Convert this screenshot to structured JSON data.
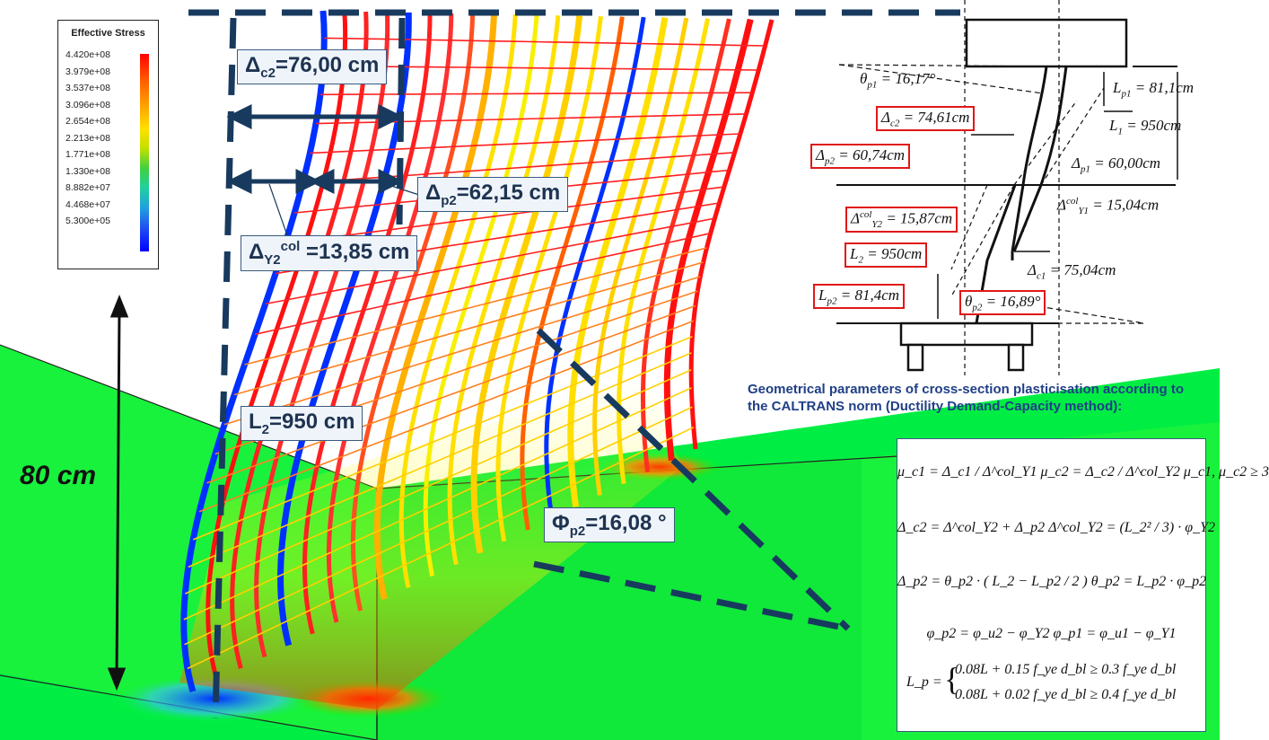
{
  "legend": {
    "title": "Effective Stress",
    "values": [
      "4.420e+08",
      "3.979e+08",
      "3.537e+08",
      "3.096e+08",
      "2.654e+08",
      "2.213e+08",
      "1.771e+08",
      "1.330e+08",
      "8.882e+07",
      "4.468e+07",
      "5.300e+05"
    ],
    "colors": {
      "max": "#ff0000",
      "mid": "#c0e000",
      "min": "#0000ff"
    }
  },
  "annotations": {
    "delta_c2": {
      "sym": "Δ",
      "sub": "c2",
      "rest": "=76,00 cm"
    },
    "delta_p2": {
      "sym": "Δ",
      "sub": "p2",
      "rest": "=62,15 cm"
    },
    "delta_y2": {
      "sym": "Δ",
      "sub": "Y2",
      "sup": "col",
      "rest": " =13,85 cm"
    },
    "l2": {
      "sym": "L",
      "sub": "2",
      "rest": "=950 cm"
    },
    "phi_p2": {
      "sym": "Φ",
      "sub": "p2",
      "rest": "=16,08 °"
    },
    "height": "80 cm"
  },
  "schematic": {
    "theta_p1": {
      "sym": "θ",
      "sub": "p1",
      "rest": " = 16,17°"
    },
    "lp1": {
      "sym": "L",
      "sub": "p1",
      "rest": " = 81,1cm"
    },
    "l1": {
      "sym": "L",
      "sub": "1",
      "rest": " = 950cm"
    },
    "delta_c2": {
      "sym": "Δ",
      "sub": "c2",
      "rest": " = 74,61cm"
    },
    "delta_p2": {
      "sym": "Δ",
      "sub": "p2",
      "rest": " = 60,74cm"
    },
    "delta_p1": {
      "sym": "Δ",
      "sub": "p1",
      "rest": " = 60,00cm"
    },
    "delta_y2": {
      "sym": "Δ",
      "sub": "Y2",
      "sup": "col",
      "rest": " = 15,87cm"
    },
    "delta_y1": {
      "sym": "Δ",
      "sub": "Y1",
      "sup": "col",
      "rest": " = 15,04cm"
    },
    "l2": {
      "sym": "L",
      "sub": "2",
      "rest": " = 950cm"
    },
    "delta_c1": {
      "sym": "Δ",
      "sub": "c1",
      "rest": " = 75,04cm"
    },
    "lp2": {
      "sym": "L",
      "sub": "p2",
      "rest": " = 81,4cm"
    },
    "theta_p2": {
      "sym": "θ",
      "sub": "p2",
      "rest": " = 16,89°"
    }
  },
  "caption": "Geometrical parameters of cross-section plasticisation according to the CALTRANS norm (Ductility Demand-Capacity method):",
  "formulas": {
    "row1": "μ_c1 = Δ_c1 / Δ^col_Y1     μ_c2 = Δ_c2 / Δ^col_Y2     μ_c1, μ_c2 ≥ 3",
    "row2": "Δ_c2 = Δ^col_Y2 + Δ_p2          Δ^col_Y2 = (L_2² / 3) · φ_Y2",
    "row3": "Δ_p2 = θ_p2 · ( L_2 − L_p2 / 2 )     θ_p2 = L_p2 · φ_p2",
    "row4": "φ_p2 = φ_u2 − φ_Y2          φ_p1 = φ_u1 − φ_Y1",
    "row5a": "0.08L + 0.15 f_ye d_bl ≥ 0.3 f_ye d_bl",
    "row5b": "0.08L + 0.02 f_ye d_bl ≥ 0.4 f_ye d_bl",
    "row5_lhs": "L_p ="
  }
}
